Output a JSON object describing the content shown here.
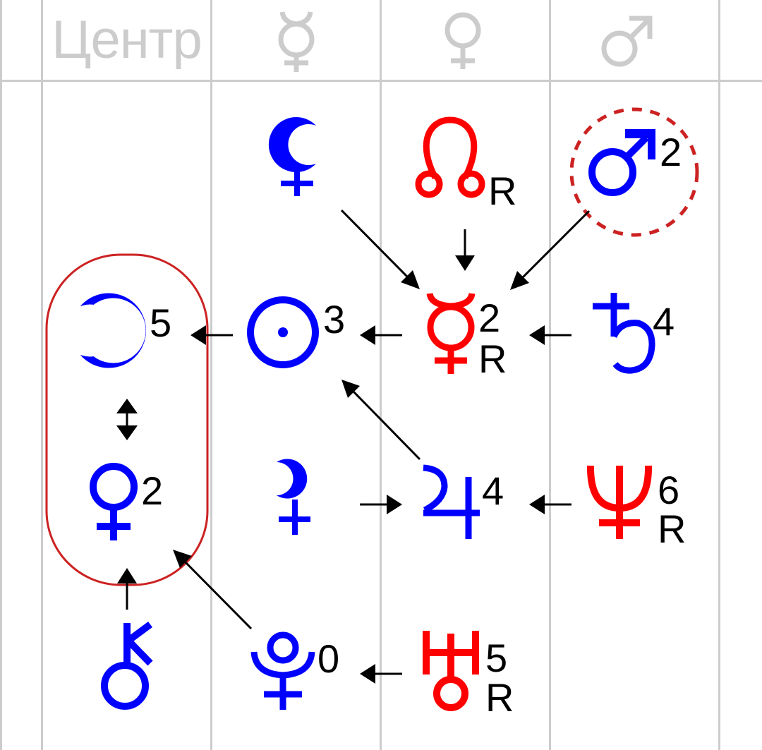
{
  "header": {
    "columns": [
      {
        "label": "Центр",
        "type": "text"
      },
      {
        "label": "mercury",
        "type": "icon",
        "icon": "mercury-icon"
      },
      {
        "label": "venus",
        "type": "icon",
        "icon": "venus-icon"
      },
      {
        "label": "mars",
        "type": "icon",
        "icon": "mars-icon"
      }
    ],
    "color": "#cccccc"
  },
  "colors": {
    "direct": "#0000ff",
    "retrograde": "#ff0000",
    "highlight": "#cc2222",
    "arrow": "#000000",
    "grid": "#cccccc"
  },
  "planets": [
    {
      "id": "lilith",
      "icon": "black-moon-lilith-icon",
      "color": "blue",
      "degree": "",
      "retro": ""
    },
    {
      "id": "north-node",
      "icon": "north-node-icon",
      "color": "red",
      "degree": "",
      "retro": "R"
    },
    {
      "id": "mars",
      "icon": "mars-icon",
      "color": "blue",
      "degree": "2",
      "retro": "",
      "dashed_circle": true
    },
    {
      "id": "moon",
      "icon": "moon-icon",
      "color": "blue",
      "degree": "5",
      "retro": ""
    },
    {
      "id": "sun",
      "icon": "sun-icon",
      "color": "blue",
      "degree": "3",
      "retro": ""
    },
    {
      "id": "mercury",
      "icon": "mercury-icon",
      "color": "red",
      "degree": "2",
      "retro": "R"
    },
    {
      "id": "saturn",
      "icon": "saturn-icon",
      "color": "blue",
      "degree": "4",
      "retro": ""
    },
    {
      "id": "venus",
      "icon": "venus-icon",
      "color": "blue",
      "degree": "2",
      "retro": ""
    },
    {
      "id": "ceres",
      "icon": "ceres-icon",
      "color": "blue",
      "degree": "",
      "retro": ""
    },
    {
      "id": "jupiter",
      "icon": "jupiter-icon",
      "color": "blue",
      "degree": "4",
      "retro": ""
    },
    {
      "id": "neptune",
      "icon": "neptune-icon",
      "color": "red",
      "degree": "6",
      "retro": "R"
    },
    {
      "id": "chiron",
      "icon": "chiron-icon",
      "color": "blue",
      "degree": "",
      "retro": ""
    },
    {
      "id": "pluto",
      "icon": "pluto-icon",
      "color": "blue",
      "degree": "0",
      "retro": ""
    },
    {
      "id": "uranus",
      "icon": "uranus-icon",
      "color": "red",
      "degree": "5",
      "retro": "R"
    }
  ],
  "arrows": [
    {
      "from": "lilith",
      "to": "mercury"
    },
    {
      "from": "north-node",
      "to": "mercury"
    },
    {
      "from": "mars",
      "to": "mercury"
    },
    {
      "from": "saturn",
      "to": "mercury"
    },
    {
      "from": "mercury",
      "to": "sun"
    },
    {
      "from": "sun",
      "to": "moon"
    },
    {
      "from": "jupiter",
      "to": "sun"
    },
    {
      "from": "ceres",
      "to": "jupiter"
    },
    {
      "from": "neptune",
      "to": "jupiter"
    },
    {
      "from": "moon",
      "to": "venus",
      "bidirectional": true
    },
    {
      "from": "chiron",
      "to": "venus"
    },
    {
      "from": "pluto",
      "to": "venus"
    },
    {
      "from": "uranus",
      "to": "pluto"
    }
  ],
  "groups": [
    {
      "members": [
        "moon",
        "venus"
      ],
      "style": "rounded-rect",
      "color": "#cc2222"
    }
  ]
}
